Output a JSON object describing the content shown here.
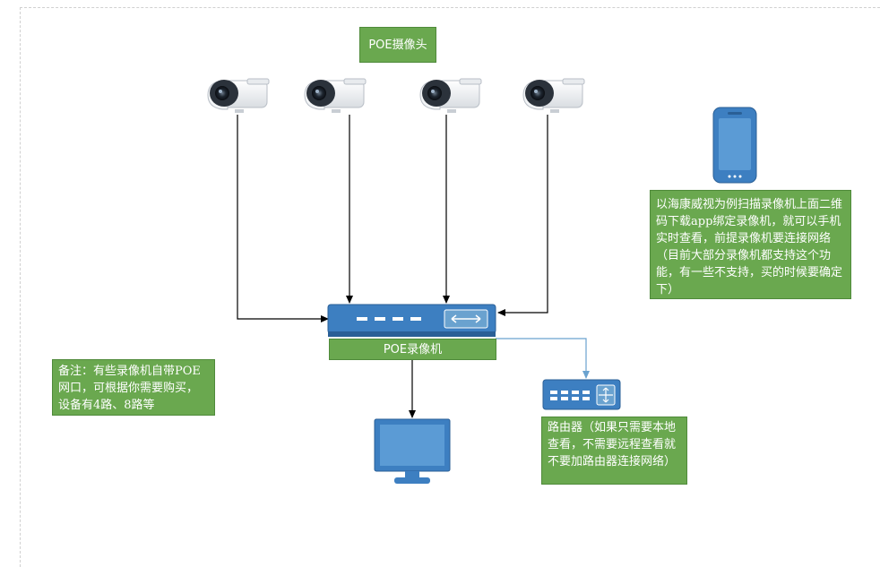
{
  "title": "POE摄像头",
  "nvr_label": "POE录像机",
  "note": "备注：有些录像机自带POE网口，可根据你需要购买，设备有4路、8路等",
  "router_text": "路由器（如果只需要本地查看，不需要远程查看就不要加路由器连接网络）",
  "phone_text": "以海康威视为例扫描录像机上面二维码下载app绑定录像机，就可以手机实时查看，前提录像机要连接网络（目前大部分录像机都支持这个功能，有一些不支持，买的时候要确定下）",
  "icons": [
    "camera-icon",
    "nvr-icon",
    "monitor-icon",
    "router-icon",
    "phone-icon"
  ],
  "colors": {
    "label_green": "#6aa84f",
    "device_blue": "#3d7fc1",
    "connector_blue": "#6aa2cf",
    "arrow_black": "#000000"
  }
}
